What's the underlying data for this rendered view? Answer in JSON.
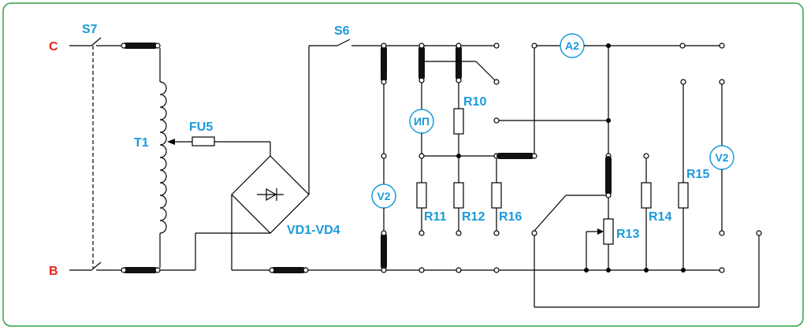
{
  "labels": {
    "phase_c": "C",
    "phase_b": "B",
    "switch_s7": "S7",
    "switch_s6": "S6",
    "transformer": "T1",
    "fuse": "FU5",
    "bridge": "VD1-VD4",
    "res_r10": "R10",
    "res_r11": "R11",
    "res_r12": "R12",
    "res_r16": "R16",
    "res_r13": "R13",
    "res_r14": "R14",
    "res_r15": "R15"
  },
  "meters": {
    "ip": "ИП",
    "v2_left": "V2",
    "a2": "A2",
    "v2_right": "V2"
  },
  "colors": {
    "frame": "#2fa24a",
    "label": "#1a9ad9",
    "phase": "#e3221b"
  }
}
